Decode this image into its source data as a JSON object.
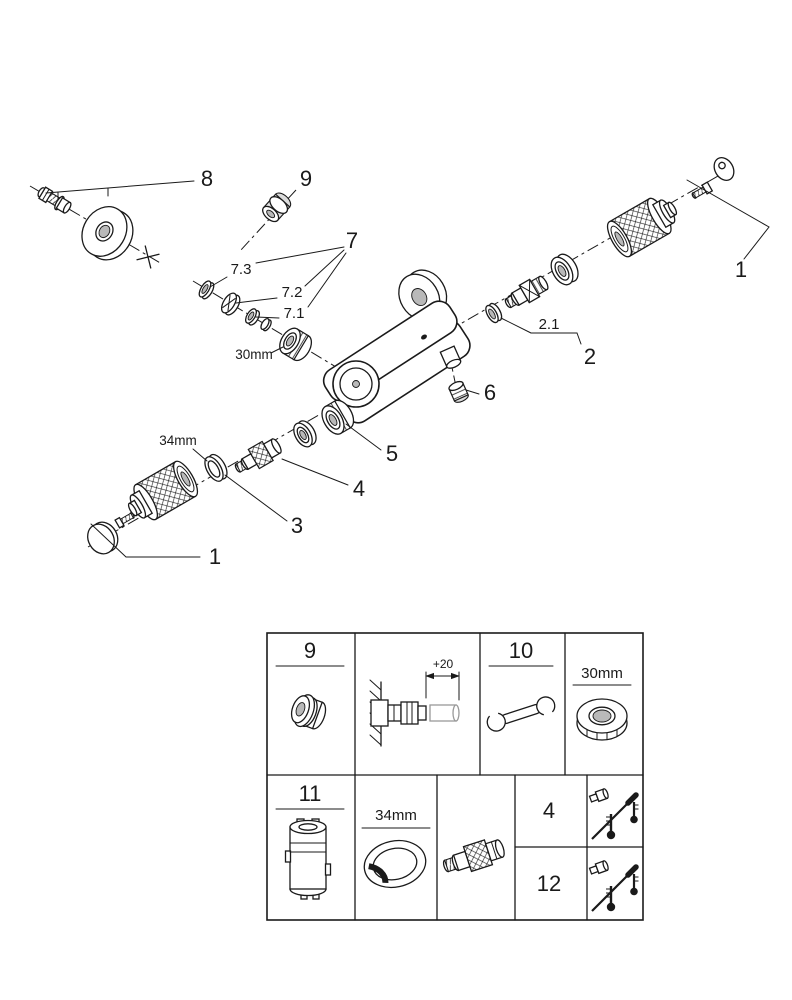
{
  "figure": {
    "type": "exploded-parts-diagram",
    "colors": {
      "line": "#1a1a1a",
      "background": "#ffffff",
      "muted_part": "#999999"
    }
  },
  "callouts": {
    "part_8": "8",
    "part_9": "9",
    "part_7": "7",
    "part_7_3": "7.3",
    "part_7_2": "7.2",
    "part_7_1": "7.1",
    "dim_30mm": "30mm",
    "part_2_1": "2.1",
    "part_2": "2",
    "part_1_right": "1",
    "part_6": "6",
    "part_5": "5",
    "part_4": "4",
    "part_3": "3",
    "dim_34mm": "34mm",
    "part_1_left": "1"
  },
  "legend_table": {
    "cell_9_label": "9",
    "cell_10_label": "10",
    "cell_11_label": "11",
    "cell_4_label": "4",
    "cell_12_label": "12",
    "dim_plus20": "+20",
    "dim_30mm": "30mm",
    "dim_34mm": "34mm"
  },
  "icons": [
    "strainer-icon",
    "escutcheon-icon",
    "union-nut-30mm-icon",
    "check-valve-icon",
    "wrench-icon",
    "nut-30mm-icon",
    "cartridge-icon",
    "ring-34mm-icon",
    "screw-icon",
    "cap-icon",
    "screwdriver-icon",
    "thermometer-icon",
    "x-mark"
  ]
}
